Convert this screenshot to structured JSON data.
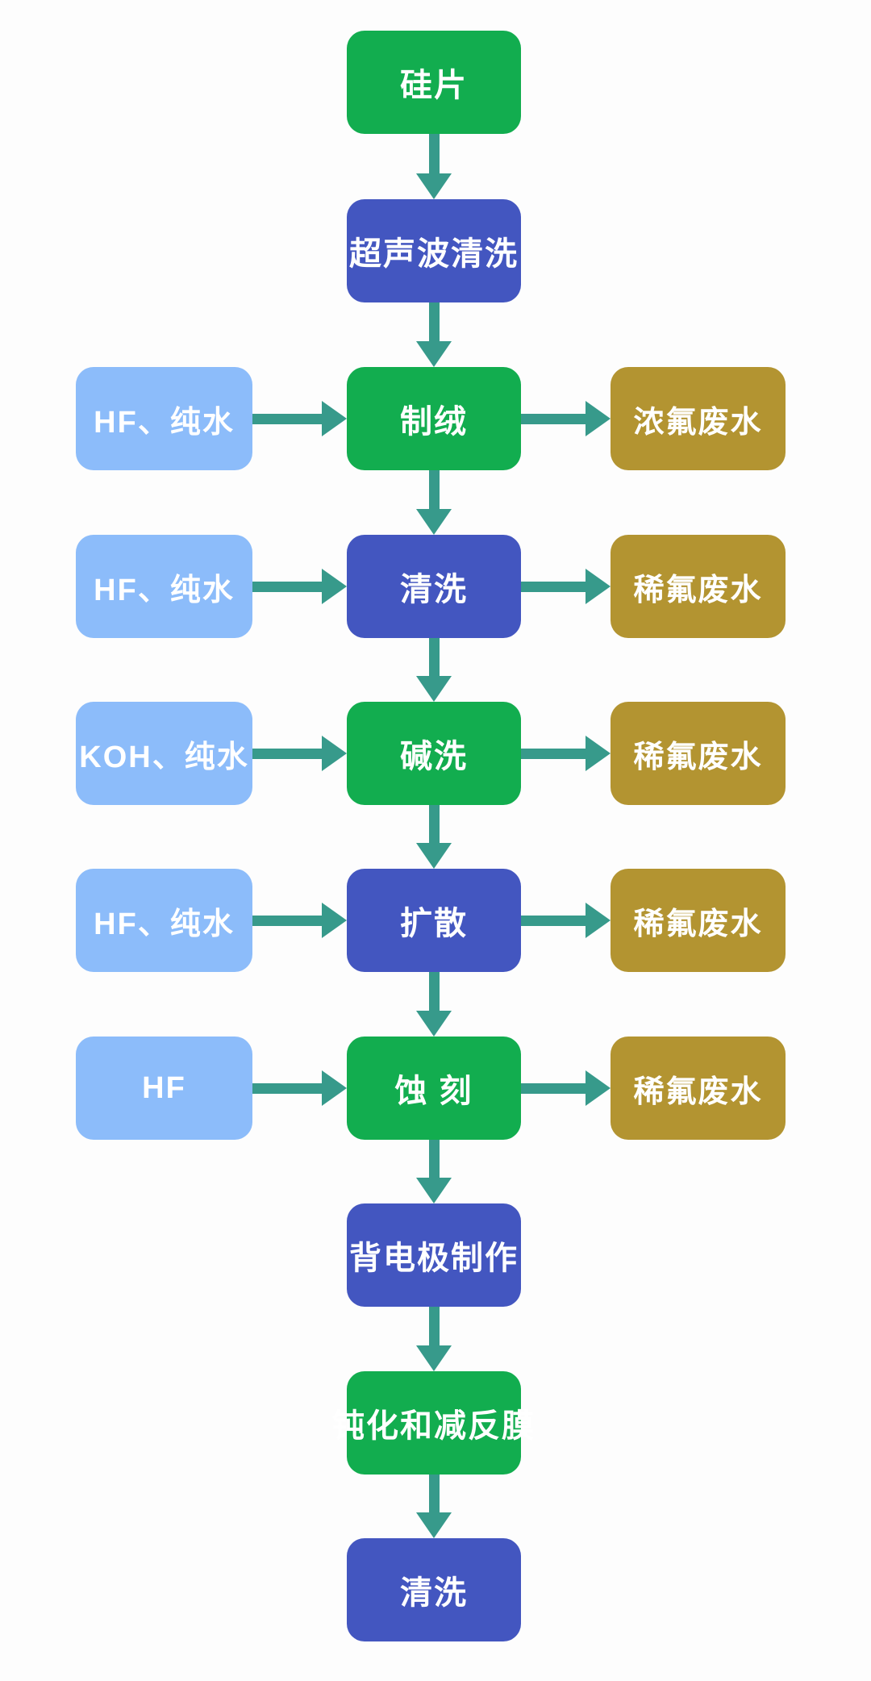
{
  "colors": {
    "process_green": "#12ad4f",
    "process_blue": "#4356c0",
    "input_light_blue": "#8cbcfa",
    "waste_gold": "#b39431",
    "arrow_teal": "#379a8b",
    "node_text": "#ffffff",
    "background": "#fdfdfd"
  },
  "rows": [
    {
      "center": "硅片"
    },
    {
      "center": "超声波清洗"
    },
    {
      "input": "HF、纯水",
      "center": "制绒",
      "output": "浓氟废水"
    },
    {
      "input": "HF、纯水",
      "center": "清洗",
      "output": "稀氟废水"
    },
    {
      "input": "KOH、纯水",
      "center": "碱洗",
      "output": "稀氟废水"
    },
    {
      "input": "HF、纯水",
      "center": "扩散",
      "output": "稀氟废水"
    },
    {
      "input": "HF",
      "center": "蚀 刻",
      "output": "稀氟废水"
    },
    {
      "center": "背电极制作"
    },
    {
      "center": "钝化和减反膜"
    },
    {
      "center": "清洗"
    }
  ]
}
